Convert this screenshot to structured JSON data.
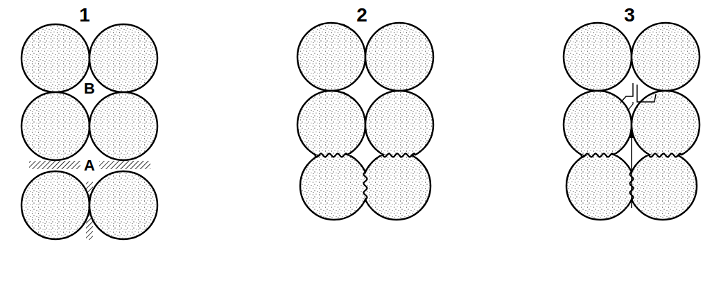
{
  "diagram": {
    "labels": [
      "1",
      "2",
      "3",
      "B",
      "A"
    ]
  }
}
